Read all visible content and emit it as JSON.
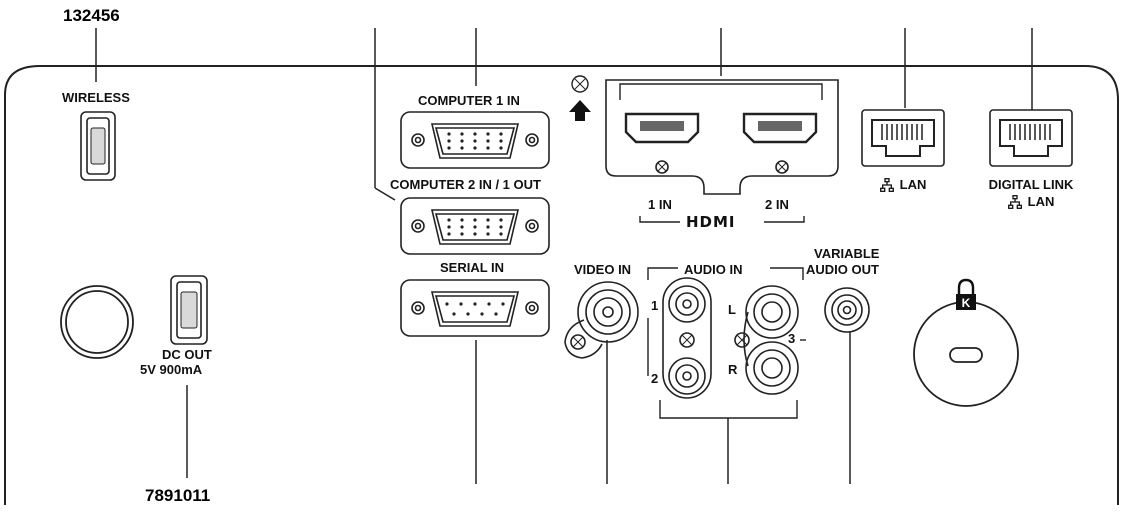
{
  "callouts": {
    "top": "132456",
    "bottom": "7891011"
  },
  "labels": {
    "wireless": "WIRELESS",
    "computer1_in": "COMPUTER 1 IN",
    "computer2_in_out": "COMPUTER 2 IN / 1 OUT",
    "serial_in": "SERIAL IN",
    "hdmi_1_in": "1 IN",
    "hdmi_2_in": "2 IN",
    "hdmi_logo": "HDMI",
    "lan": "LAN",
    "digital_link": "DIGITAL LINK",
    "digital_link_lan": "LAN",
    "video_in": "VIDEO IN",
    "audio_in": "AUDIO IN",
    "variable_audio_out_1": "VARIABLE",
    "variable_audio_out_2": "AUDIO OUT",
    "audio_num_1": "1",
    "audio_num_2": "2",
    "audio_num_3": "3",
    "audio_L": "L",
    "audio_R": "R",
    "dc_out": "DC OUT",
    "dc_out_spec": "5V 900mA"
  },
  "icons": {
    "lan": "lan-network-icon",
    "lock": "kensington-lock-icon",
    "arrow": "arrow-up-icon"
  }
}
